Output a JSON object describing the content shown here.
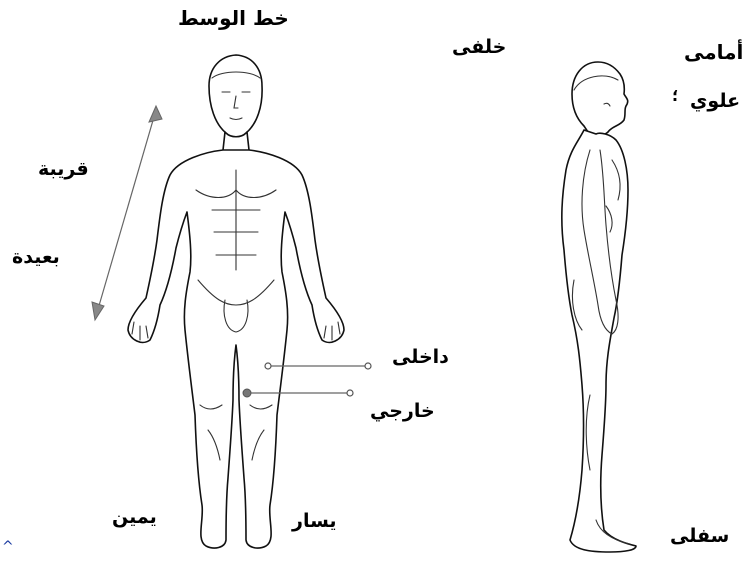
{
  "labels": {
    "midline": "خط الوسط",
    "posterior": "خلفى",
    "anterior": "أمامى",
    "superior": "علوي",
    "proximal": "قريبة",
    "distal": "بعيدة",
    "medial": "داخلى",
    "lateral": "خارجي",
    "right": "يمين",
    "left": "يسار",
    "inferior": "سفلى",
    "colon_mark": "؛",
    "corner_mark": "^"
  }
}
